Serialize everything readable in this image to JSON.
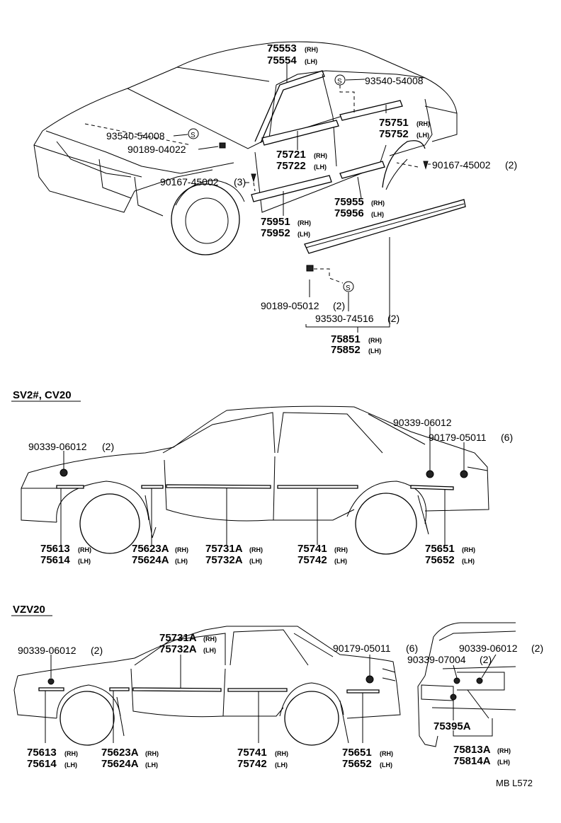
{
  "sections": {
    "sedan_title": "SV2#, CV20",
    "wagon_title": "VZV20"
  },
  "suffix": {
    "rh": "(RH)",
    "lh": "(LH)"
  },
  "top": {
    "p1": {
      "rh": "75553",
      "lh": "75554"
    },
    "c1": "93540-54008",
    "c2": "93540-54008",
    "c3": "90189-04022",
    "p2": {
      "rh": "75751",
      "lh": "75752"
    },
    "p3": {
      "rh": "75721",
      "lh": "75722"
    },
    "c4": "90167-45002",
    "c4q": "(2)",
    "c5": "90167-45002",
    "c5q": "(3)",
    "p4": {
      "rh": "75955",
      "lh": "75956"
    },
    "p5": {
      "rh": "75951",
      "lh": "75952"
    },
    "c6": "90189-05012",
    "c6q": "(2)",
    "c7": "93530-74516",
    "c7q": "(2)",
    "p6": {
      "rh": "75851",
      "lh": "75852"
    }
  },
  "mid": {
    "c1": "90339-06012",
    "c1q": "(2)",
    "c2": "90339-06012",
    "c3": "90179-05011",
    "c3q": "(6)",
    "p1": {
      "rh": "75613",
      "lh": "75614"
    },
    "p2": {
      "rh": "75623A",
      "lh": "75624A"
    },
    "p3": {
      "rh": "75731A",
      "lh": "75732A"
    },
    "p4": {
      "rh": "75741",
      "lh": "75742"
    },
    "p5": {
      "rh": "75651",
      "lh": "75652"
    }
  },
  "bot": {
    "p0": {
      "rh": "75731A",
      "lh": "75732A"
    },
    "c1": "90339-06012",
    "c1q": "(2)",
    "c2": "90179-05011",
    "c2q": "(6)",
    "c3": "90339-06012",
    "c3q": "(2)",
    "c4": "90339-07004",
    "c4q": "(2)",
    "p1": {
      "rh": "75613",
      "lh": "75614"
    },
    "p2": {
      "rh": "75623A",
      "lh": "75624A"
    },
    "p3": {
      "rh": "75741",
      "lh": "75742"
    },
    "p4": {
      "rh": "75651",
      "lh": "75652"
    },
    "p5": "75395A",
    "p6": {
      "rh": "75813A",
      "lh": "75814A"
    }
  },
  "ref_code": "MB L572",
  "icons": {
    "screw": "S-circle-icon",
    "clip": "clip-icon"
  }
}
